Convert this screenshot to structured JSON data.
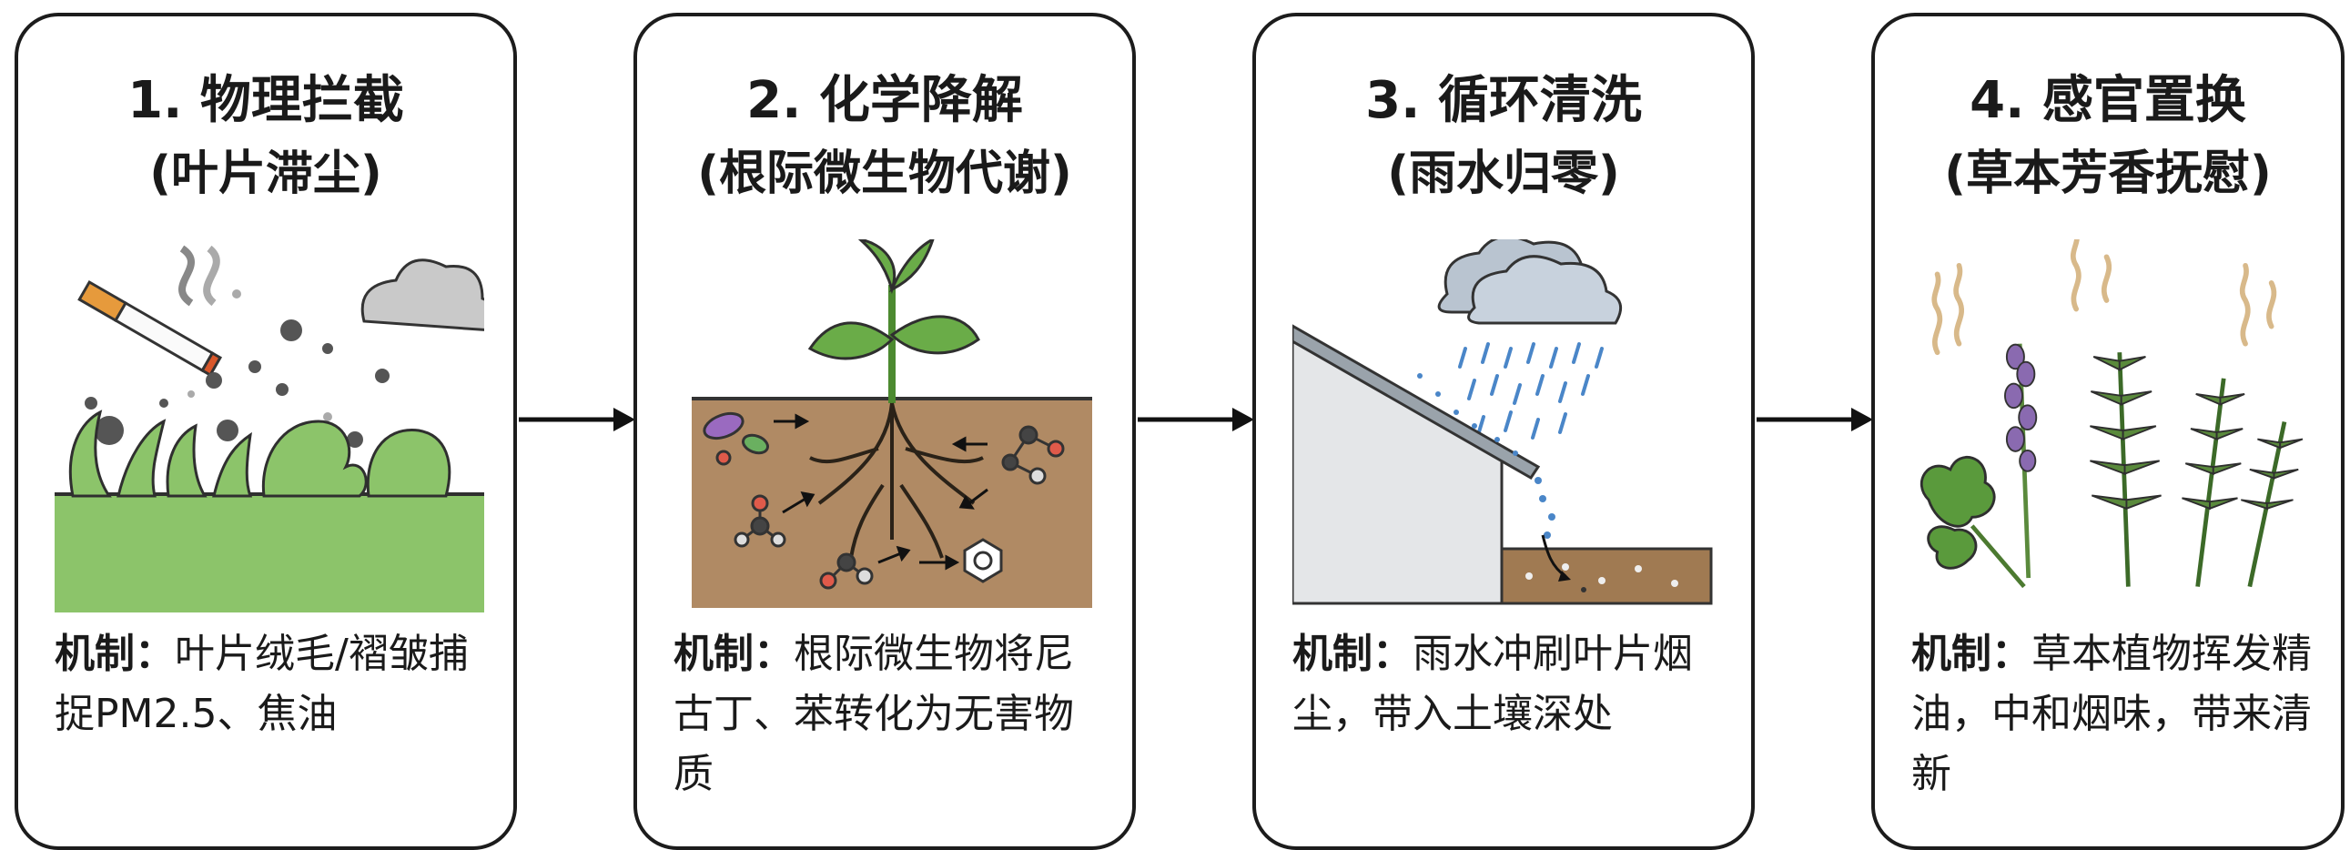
{
  "steps": [
    {
      "title": "1. 物理拦截",
      "subtitle": "(叶片滞尘)",
      "mechanism_label": "机制：",
      "mechanism_text": "叶片绒毛/褶皱捕捉PM2.5、焦油",
      "illustration": "leaves-capturing-smoke-particles"
    },
    {
      "title": "2. 化学降解",
      "subtitle": "(根际微生物代谢)",
      "mechanism_label": "机制：",
      "mechanism_text": "根际微生物将尼古丁、苯转化为无害物质",
      "illustration": "plant-roots-with-microbes-and-molecules"
    },
    {
      "title": "3. 循环清洗",
      "subtitle": "(雨水归零)",
      "mechanism_label": "机制：",
      "mechanism_text": "雨水冲刷叶片烟尘，带入土壤深处",
      "illustration": "rain-washing-roof-into-soil"
    },
    {
      "title": "4. 感官置换",
      "subtitle": "(草本芳香抚慰)",
      "mechanism_label": "机制：",
      "mechanism_text": "草本植物挥发精油，中和烟味，带来清新",
      "illustration": "aromatic-herbs-lavender-rosemary"
    }
  ],
  "colors": {
    "border": "#1c1c1c",
    "grass": "#8cc46a",
    "soil": "#b08a64",
    "cloud": "#b9c4d0",
    "wall": "#e4e6e8",
    "rain": "#4a86c8",
    "lavender": "#8a6ab0",
    "herb": "#5a8a3c",
    "steam": "#d8b98a"
  }
}
